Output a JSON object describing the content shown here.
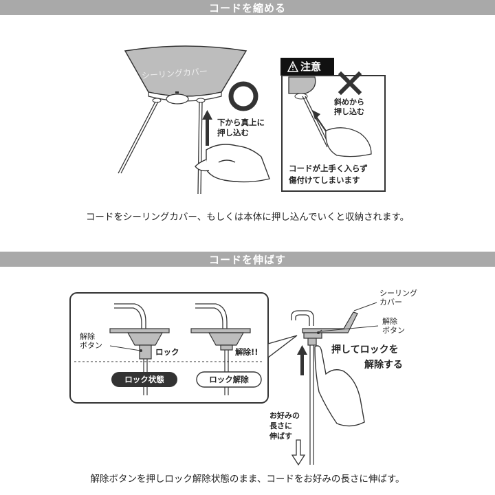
{
  "section1": {
    "title": "コードを縮める",
    "ceiling_cover_label": "シーリングカバー",
    "correct_instruction_line1": "下から真上に",
    "correct_instruction_line2": "押し込む",
    "caution": {
      "badge": "注意",
      "wrong_line1": "斜めから",
      "wrong_line2": "押し込む",
      "warning_line1": "コードが上手く入らず",
      "warning_line2": "傷付けてしまいます"
    },
    "caption": "コードをシーリングカバー、もしくは本体に押し込んでいくと収納されます。"
  },
  "section2": {
    "title": "コードを伸ばす",
    "inset": {
      "release_button_line1": "解除",
      "release_button_line2": "ボタン",
      "lock_label": "ロック",
      "unlock_label": "解除!!",
      "locked_state_badge": "ロック状態",
      "unlocked_badge": "ロック解除"
    },
    "ceiling_cover_line1": "シーリング",
    "ceiling_cover_line2": "カバー",
    "release_button_line1": "解除",
    "release_button_line2": "ボタン",
    "push_instruction_line1": "押してロックを",
    "push_instruction_line2": "解除する",
    "pull_line1": "お好みの",
    "pull_line2": "長さに",
    "pull_line3": "伸ばす",
    "caption": "解除ボタンを押しロック解除状態のまま、コードをお好みの長さに伸ばす。"
  }
}
